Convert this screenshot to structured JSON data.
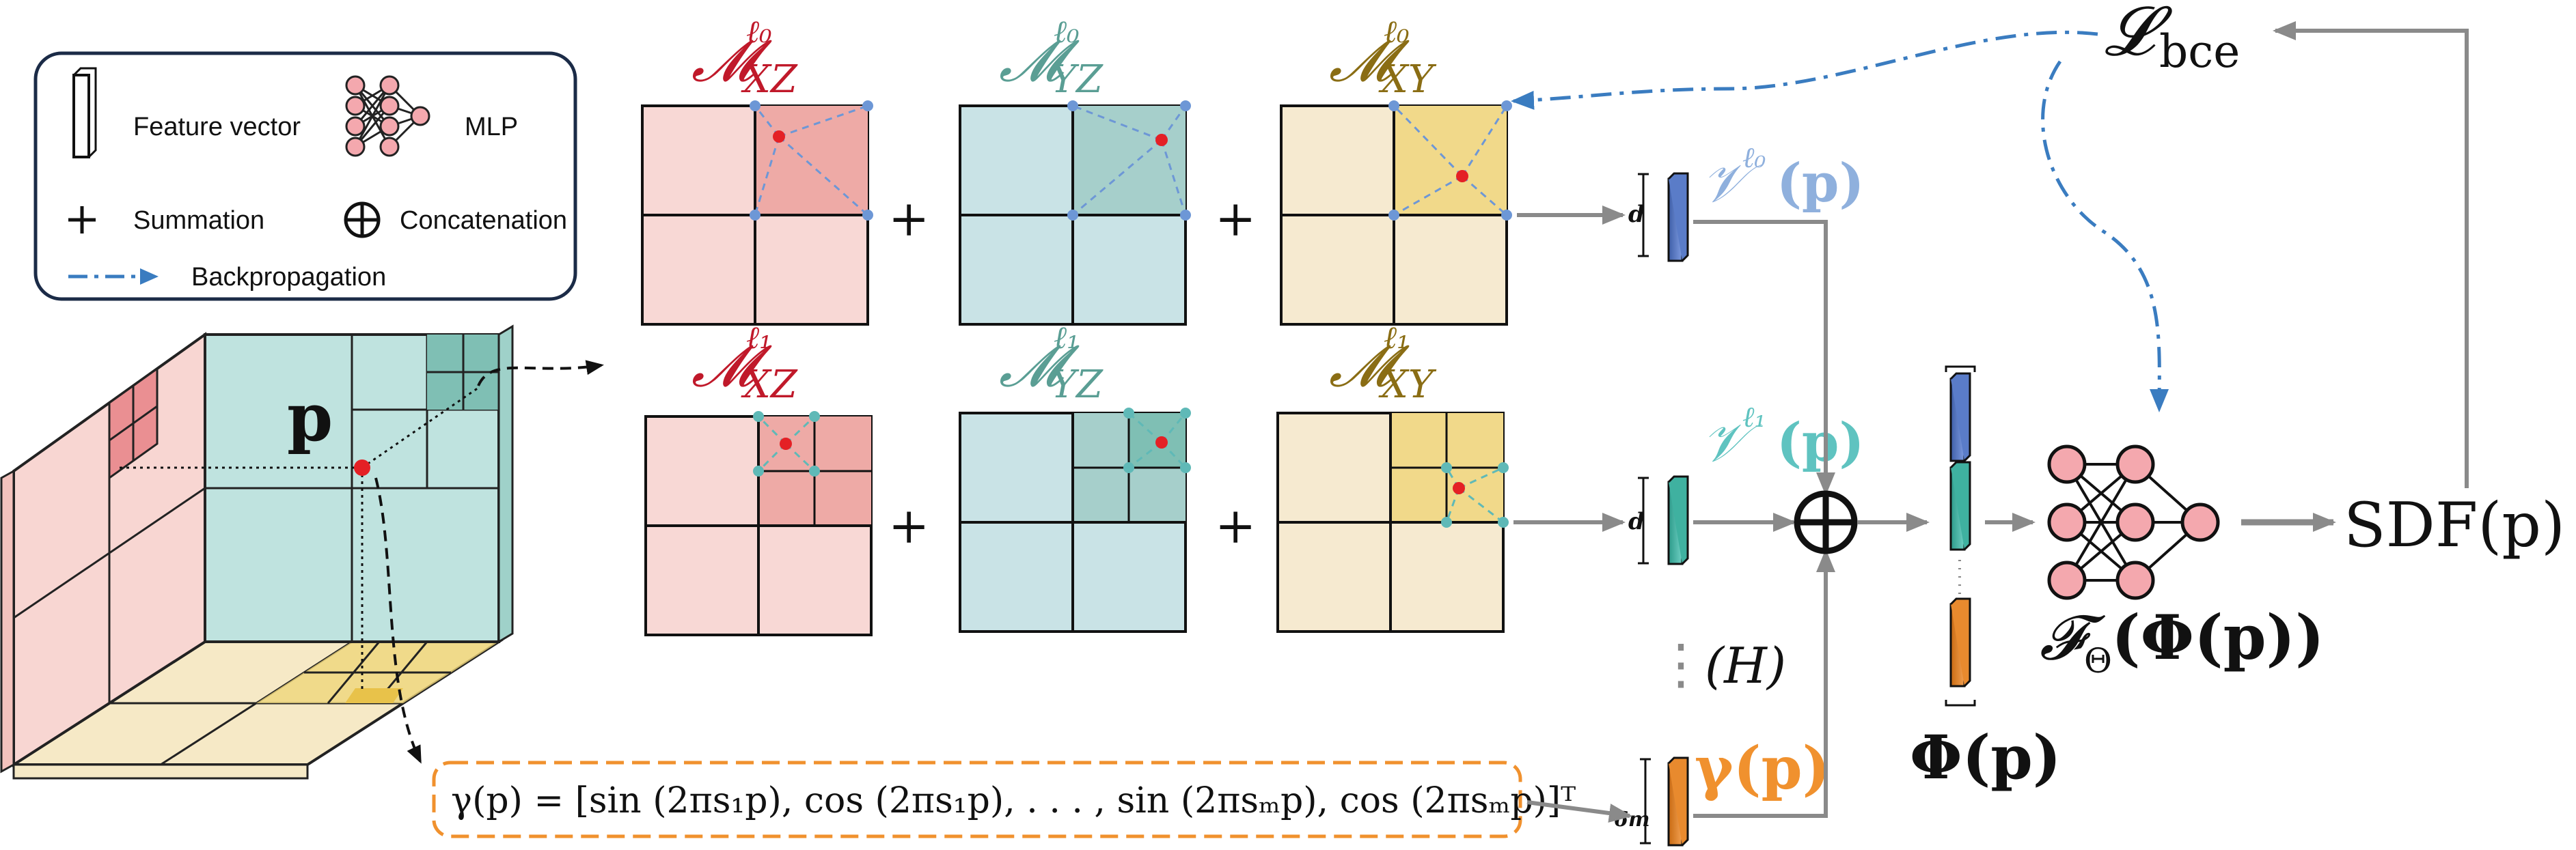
{
  "legend": {
    "feature_vector": "Feature vector",
    "mlp": "MLP",
    "summation": "Summation",
    "concatenation": "Concatenation",
    "backpropagation": "Backpropagation"
  },
  "planes": {
    "l0": [
      {
        "base": "𝓜",
        "sup": "ℓ₀",
        "sub": "XZ"
      },
      {
        "base": "𝓜",
        "sup": "ℓ₀",
        "sub": "YZ"
      },
      {
        "base": "𝓜",
        "sup": "ℓ₀",
        "sub": "XY"
      }
    ],
    "l1": [
      {
        "base": "𝓜",
        "sup": "ℓ₁",
        "sub": "XZ"
      },
      {
        "base": "𝓜",
        "sup": "ℓ₁",
        "sub": "YZ"
      },
      {
        "base": "𝓜",
        "sup": "ℓ₁",
        "sub": "XY"
      }
    ]
  },
  "plus_sign": "+",
  "point_label": "p",
  "v0": {
    "base": "𝒱",
    "sup": "ℓ₀",
    "arg": "(p)"
  },
  "v1": {
    "base": "𝒱",
    "sup": "ℓ₁",
    "arg": "(p)"
  },
  "gamma_label": "γ(p)",
  "dim_d": "d",
  "dim_6m": "6m",
  "ellipsis": "⋮",
  "h_label": "(H)",
  "concat_symbol": "⊕",
  "phi_label": "Φ(p)",
  "f_label": "𝓕",
  "f_sub": "Θ",
  "f_arg": "(Φ(p))",
  "sdf_label": "SDF(p)",
  "loss_label": "𝓛",
  "loss_sub": "bce",
  "encoding_formula": "γ(p) = [sin (2πs₁p), cos (2πs₁p), . . . , sin (2πsₘp), cos (2πsₘp)]ᵀ",
  "colors": {
    "xz": "#c0192a",
    "yz": "#5a9e94",
    "xy": "#8a6d14",
    "v0": "#8fb0dd",
    "v1": "#5fc3c0",
    "gamma": "#f0912e",
    "backprop": "#3a7cc0"
  }
}
